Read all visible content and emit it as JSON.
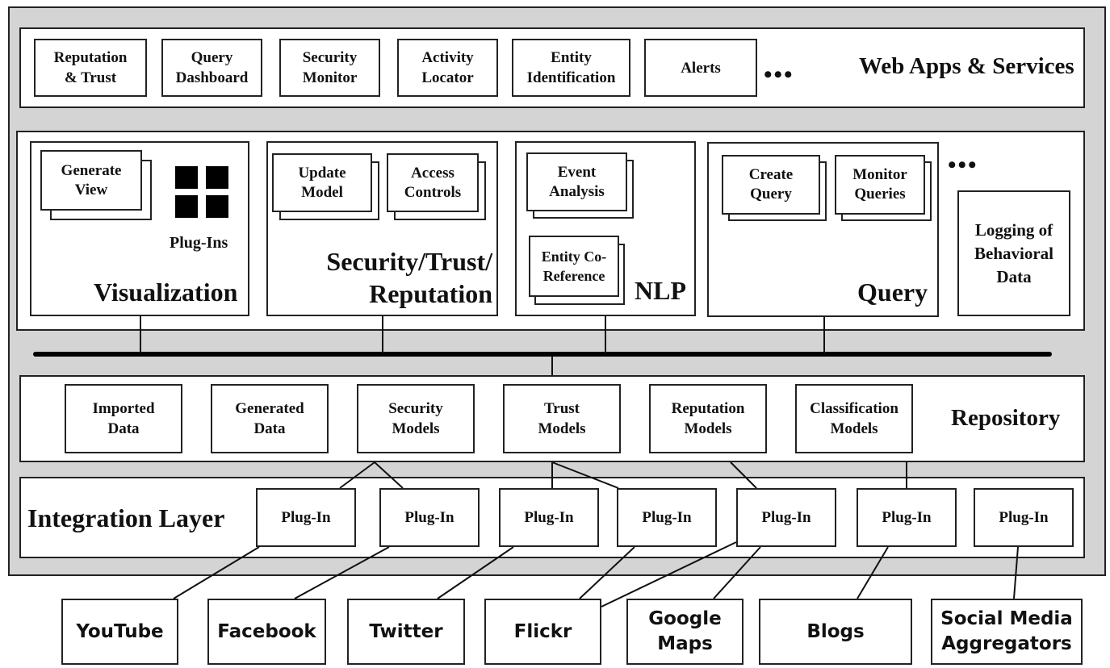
{
  "web_apps": {
    "title": "Web Apps & Services",
    "ellipsis": "•••",
    "items": [
      "Reputation\n& Trust",
      "Query\nDashboard",
      "Security\nMonitor",
      "Activity\nLocator",
      "Entity\nIdentification",
      "Alerts"
    ]
  },
  "middleware": {
    "ellipsis": "•••",
    "visualization": {
      "title": "Visualization",
      "generate_view": "Generate\nView",
      "plugins": "Plug-Ins"
    },
    "security": {
      "title": "Security/Trust/\nReputation",
      "update_model": "Update\nModel",
      "access_controls": "Access\nControls"
    },
    "nlp": {
      "title": "NLP",
      "event_analysis": "Event\nAnalysis",
      "entity_coref": "Entity Co-\nReference"
    },
    "query": {
      "title": "Query",
      "create_query": "Create\nQuery",
      "monitor_queries": "Monitor\nQueries"
    },
    "logging": "Logging of\nBehavioral\nData"
  },
  "repository": {
    "title": "Repository",
    "items": [
      "Imported\nData",
      "Generated\nData",
      "Security\nModels",
      "Trust\nModels",
      "Reputation\nModels",
      "Classification\nModels"
    ]
  },
  "integration": {
    "title": "Integration Layer",
    "plugins": [
      "Plug-In",
      "Plug-In",
      "Plug-In",
      "Plug-In",
      "Plug-In",
      "Plug-In",
      "Plug-In"
    ]
  },
  "sources": [
    "YouTube",
    "Facebook",
    "Twitter",
    "Flickr",
    "Google\nMaps",
    "Blogs",
    "Social Media\nAggregators"
  ]
}
